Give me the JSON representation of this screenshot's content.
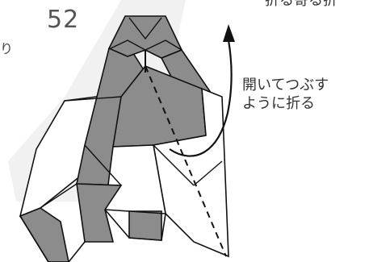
{
  "diagram": {
    "step_number": "52",
    "instruction_line1": "開いてつぶす",
    "instruction_line2": "ように折る",
    "corner_text_top": "折る寄る折",
    "corner_text_left": "り",
    "colors": {
      "paper_gray": "#8c8c8c",
      "background_blob": "#f1f1f1",
      "line": "#111111"
    }
  }
}
